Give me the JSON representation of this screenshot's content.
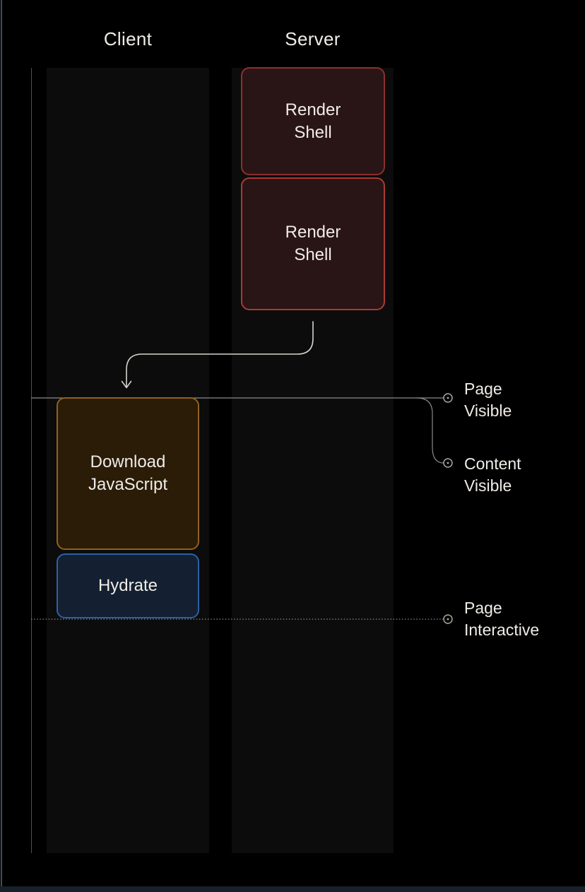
{
  "diagram": {
    "columns": [
      {
        "id": "client",
        "label": "Client"
      },
      {
        "id": "server",
        "label": "Server"
      }
    ],
    "boxes": [
      {
        "id": "render-shell-1",
        "label": "Render\nShell",
        "column": "server"
      },
      {
        "id": "render-shell-2",
        "label": "Render\nShell",
        "column": "server"
      },
      {
        "id": "download-js",
        "label": "Download\nJavaScript",
        "column": "client"
      },
      {
        "id": "hydrate",
        "label": "Hydrate",
        "column": "client"
      }
    ],
    "milestones": [
      {
        "id": "page-visible",
        "label": "Page\nVisible"
      },
      {
        "id": "content-visible",
        "label": "Content\nVisible"
      },
      {
        "id": "page-interactive",
        "label": "Page\nInteractive"
      }
    ],
    "colors": {
      "background": "#000000",
      "panel": "#0c0c0c",
      "left_edge": "#3e4e5b",
      "bottom_edge": "#16212a",
      "axis": "#4f4f4f",
      "text": "#efece7",
      "shell_bg": "#2a1516",
      "shell_border": "#8c2f2e",
      "shell_border_bright": "#a83b34",
      "download_bg": "#2a1c07",
      "download_border": "#91601f",
      "hydrate_bg": "#142031",
      "hydrate_border": "#2b62a5",
      "connector": "#d6d3cd",
      "milestone_line": "#8a8a8a",
      "marker": "#b3ada3"
    }
  }
}
